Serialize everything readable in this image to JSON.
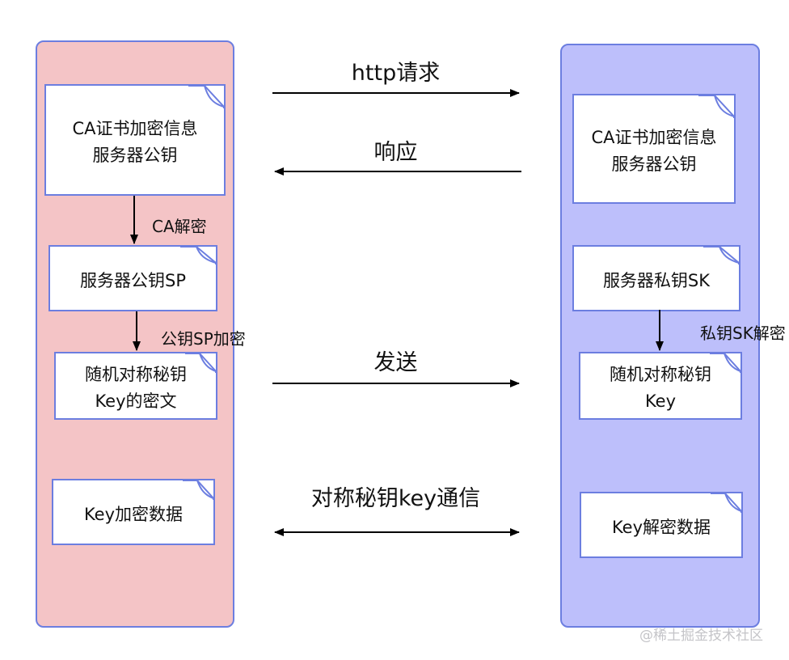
{
  "client": {
    "box1": "CA证书加密信息\n服务器公钥",
    "step1_label": "CA解密",
    "box2": "服务器公钥SP",
    "step2_label": "公钥SP加密",
    "box3": "随机对称秘钥\nKey的密文",
    "box4": "Key加密数据"
  },
  "server": {
    "box1": "CA证书加密信息\n服务器公钥",
    "box2": "服务器私钥SK",
    "step_label": "私钥SK解密",
    "box3": "随机对称秘钥\nKey",
    "box4": "Key解密数据"
  },
  "messages": {
    "request": "http请求",
    "response": "响应",
    "send": "发送",
    "communicate": "对称秘钥key通信"
  },
  "watermark": "@稀土掘金技术社区",
  "colors": {
    "client_lane": "#f4c4c6",
    "server_lane": "#bdbffb",
    "border": "#6c7ee0"
  }
}
